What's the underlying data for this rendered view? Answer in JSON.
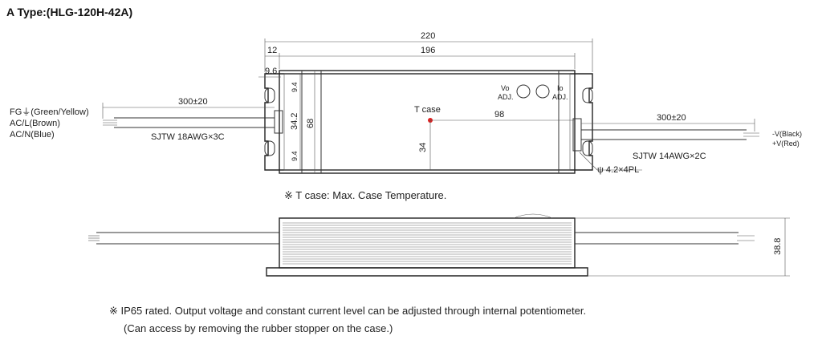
{
  "title": "A Type:(HLG-120H-42A)",
  "dimensions": {
    "overall_length": "220",
    "body_length": "196",
    "flange": "12",
    "hole_offset": "9.6",
    "slot_top": "9.4",
    "slot_spacing": "34.2",
    "slot_bottom": "9.4",
    "width": "68",
    "tcase_x": "98",
    "tcase_y": "34",
    "height": "38.8"
  },
  "input_cable": {
    "length": "300±20",
    "spec": "SJTW 18AWG×3C",
    "wire_fg": "FG⏚(Green/Yellow)",
    "wire_l": "AC/L(Brown)",
    "wire_n": "AC/N(Blue)"
  },
  "output_cable": {
    "length": "300±20",
    "spec": "SJTW 14AWG×2C",
    "wire_neg": "-V(Black)",
    "wire_pos": "+V(Red)"
  },
  "labels": {
    "tcase": "T case",
    "vo_adj_1": "Vo",
    "vo_adj_2": "ADJ.",
    "io_adj_1": "Io",
    "io_adj_2": "ADJ.",
    "mount_hole": "ψ 4.2×4PL"
  },
  "notes": {
    "tcase_note": "※ T case: Max. Case Temperature.",
    "ip65_line1": "※ IP65 rated. Output voltage and constant current level can be adjusted through internal potentiometer.",
    "ip65_line2": "(Can access by removing the rubber stopper on the case.)"
  },
  "colors": {
    "line": "#333333",
    "tcase_marker": "#e02020"
  }
}
